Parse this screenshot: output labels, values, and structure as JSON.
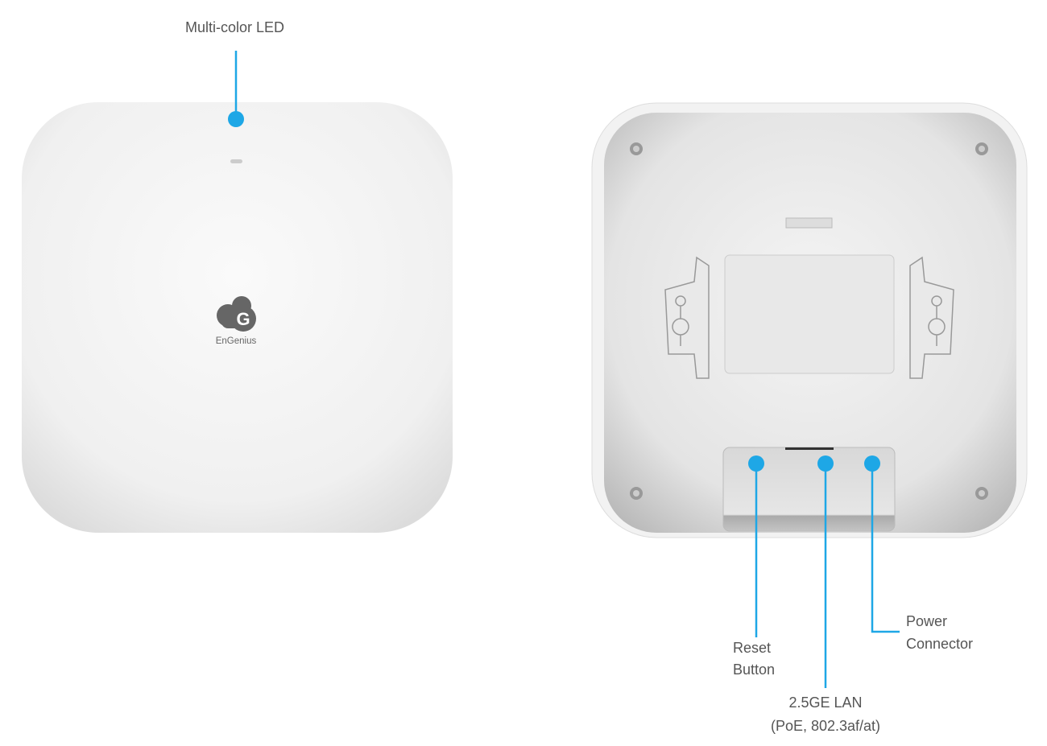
{
  "accent_color": "#1ea7e6",
  "front": {
    "brand_logo_text": "EnGenius",
    "callouts": [
      {
        "label": "Multi-color LED"
      }
    ]
  },
  "back": {
    "callouts": [
      {
        "line1": "Reset",
        "line2": "Button"
      },
      {
        "line1": "2.5GE LAN",
        "line2": "(PoE, 802.3af/at)"
      },
      {
        "line1": "Power",
        "line2": "Connector"
      }
    ]
  }
}
